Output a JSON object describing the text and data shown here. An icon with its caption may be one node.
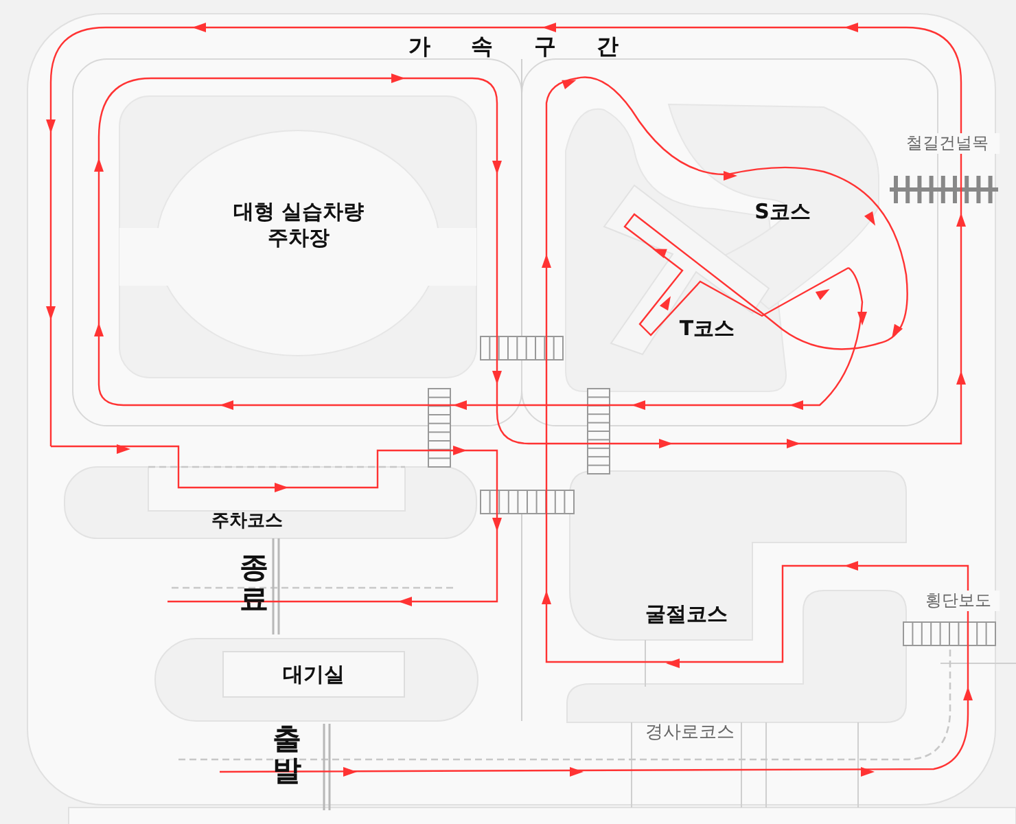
{
  "diagram": {
    "nodes": [
      {
        "text": [
          "대형 실습차량 주차장"
        ]
      },
      {
        "text": [
          "S코스"
        ]
      },
      {
        "text": [
          "T코스"
        ]
      },
      {
        "text": [
          "주차코스"
        ]
      },
      {
        "text": [
          "굴절코스"
        ]
      },
      {
        "text": [
          "대기실"
        ]
      }
    ],
    "labels": [
      "가 속 구 간",
      "철길건널목",
      "종료",
      "횡단보도",
      "경사로코스",
      "출발"
    ]
  }
}
